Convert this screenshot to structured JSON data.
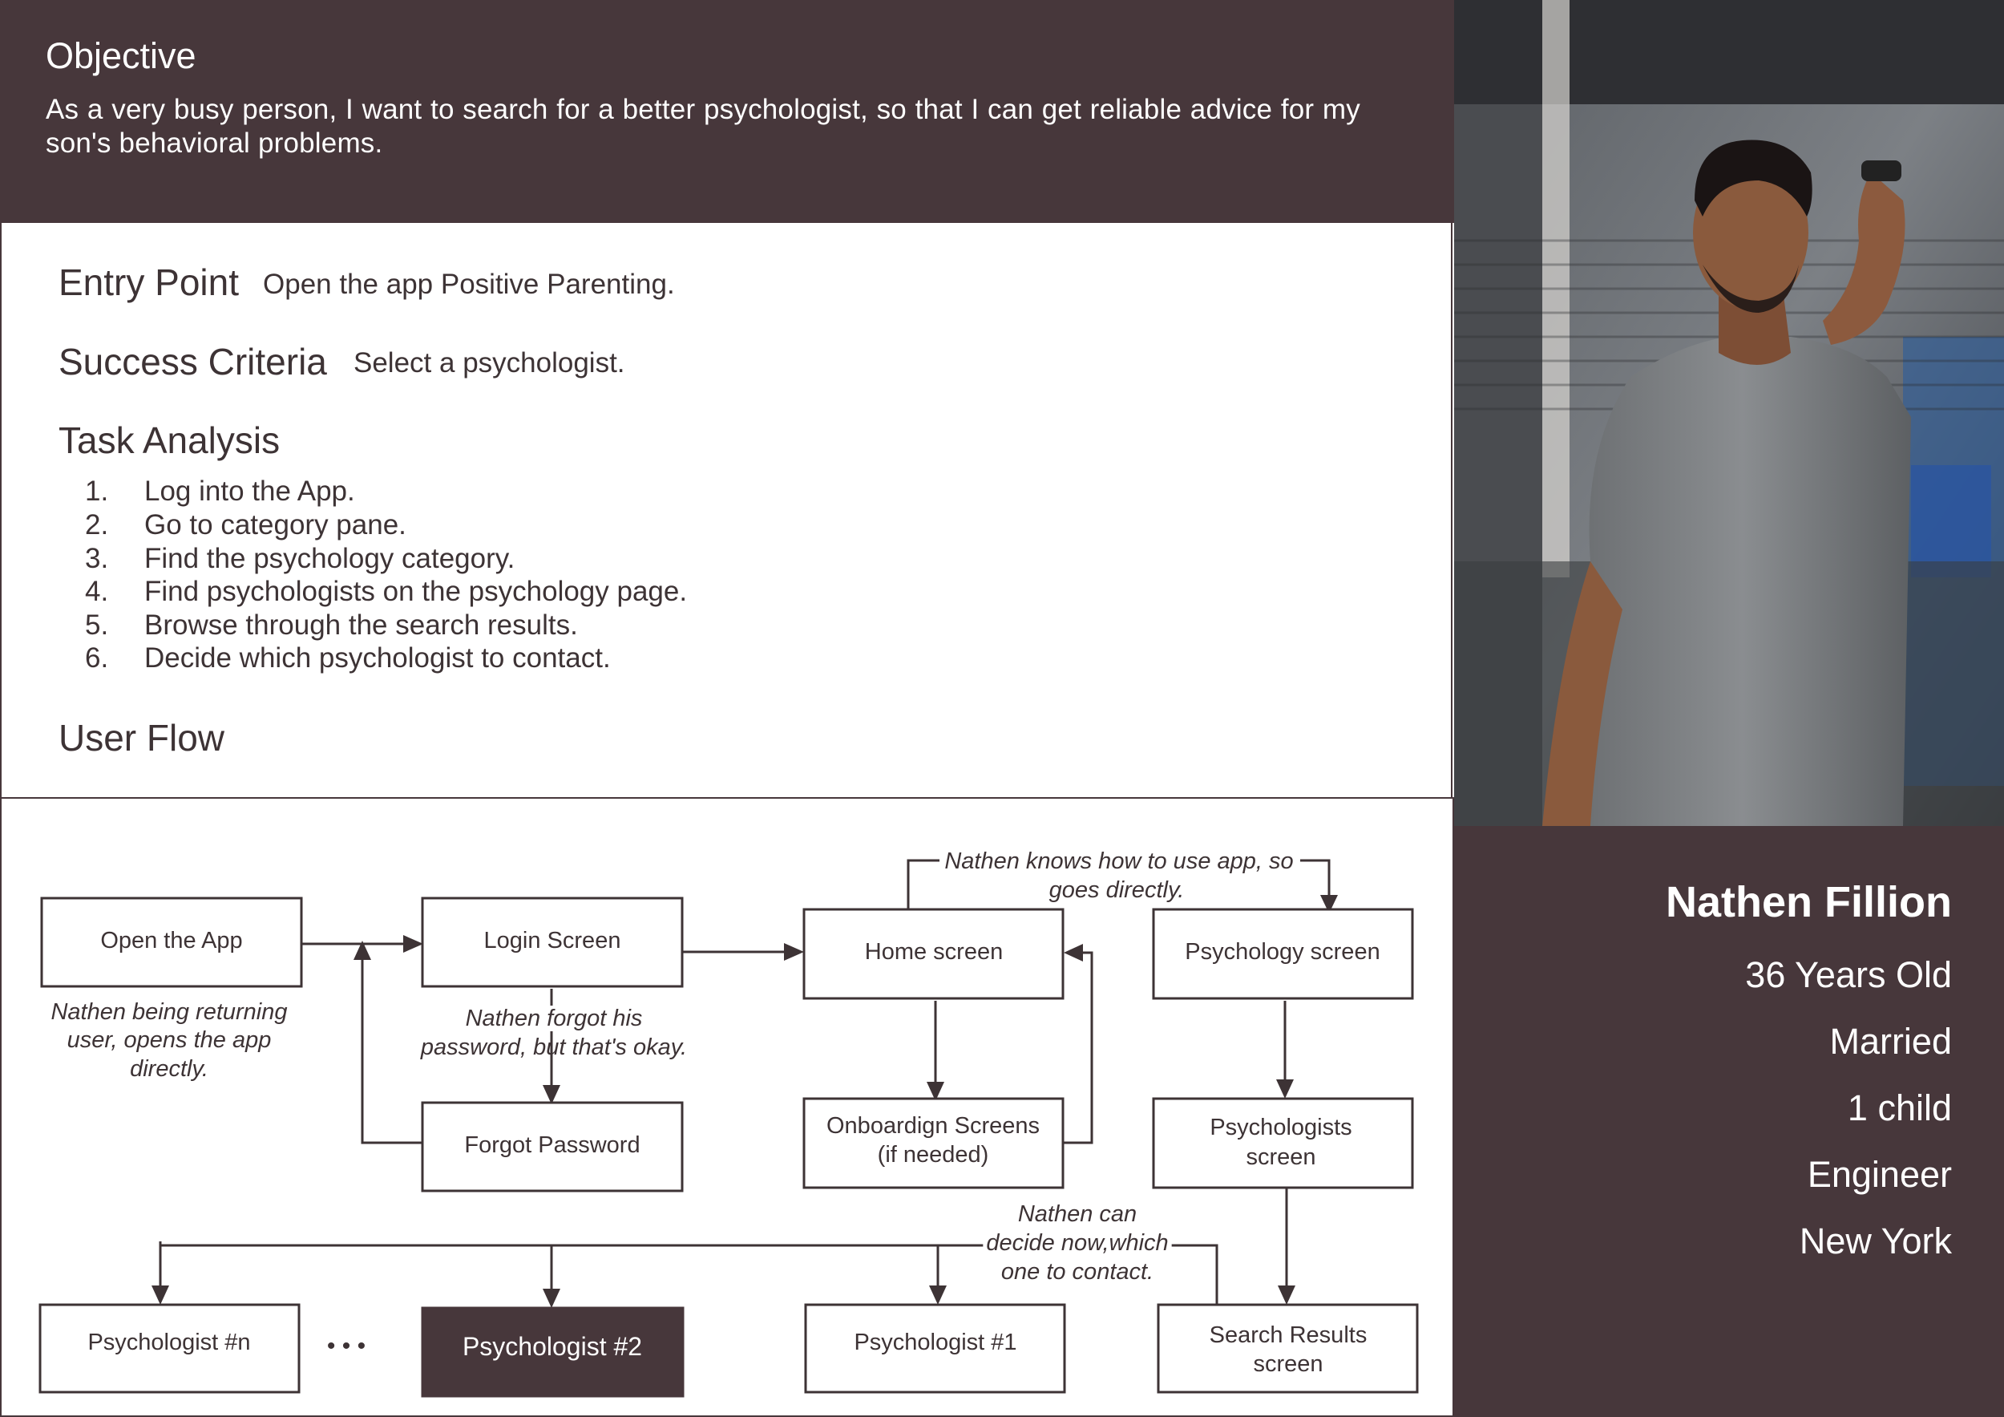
{
  "objective": {
    "title": "Objective",
    "text": "As a very busy person, I want to search for a better psychologist, so that I can get reliable advice for my son's behavioral problems."
  },
  "entry_point": {
    "label": "Entry Point",
    "value": "Open the app Positive Parenting."
  },
  "success_criteria": {
    "label": "Success Criteria",
    "value": "Select a psychologist."
  },
  "task_analysis": {
    "label": "Task Analysis",
    "steps": [
      {
        "num": "1.",
        "text": "Log into the App."
      },
      {
        "num": "2.",
        "text": "Go to category pane."
      },
      {
        "num": "3.",
        "text": "Find the psychology category."
      },
      {
        "num": "4.",
        "text": "Find psychologists on the psychology page."
      },
      {
        "num": "5.",
        "text": "Browse through the search results."
      },
      {
        "num": "6.",
        "text": "Decide which psychologist to contact."
      }
    ]
  },
  "user_flow": {
    "label": "User Flow",
    "nodes": {
      "open_app": "Open the App",
      "login": "Login Screen",
      "home": "Home screen",
      "psychology": "Psychology screen",
      "forgot": "Forgot Password",
      "onboarding_1": "Onboardign Screens",
      "onboarding_2": "(if needed)",
      "psychologists_1": "Psychologists",
      "psychologists_2": "screen",
      "search_1": "Search Results",
      "search_2": "screen",
      "psych_n": "Psychologist  #n",
      "psych_2": "Psychologist #2",
      "psych_1": "Psychologist #1",
      "ellipsis": "• • •"
    },
    "notes": {
      "returning_1": "Nathen being returning",
      "returning_2": "user, opens the app",
      "returning_3": "directly.",
      "forgot_1": "Nathen forgot his",
      "forgot_2": "password, but that's okay.",
      "knows_1": "Nathen knows how to use app, so",
      "knows_2": "goes directly.",
      "decide_1": "Nathen can",
      "decide_2": "decide now,which",
      "decide_3": "one to contact."
    }
  },
  "persona": {
    "name": "Nathen Fillion",
    "age": "36 Years Old",
    "status": "Married",
    "children": "1 child",
    "job": "Engineer",
    "city": "New York"
  },
  "colors": {
    "primary": "#47373b",
    "text": "#3d3335",
    "background": "#ffffff"
  }
}
